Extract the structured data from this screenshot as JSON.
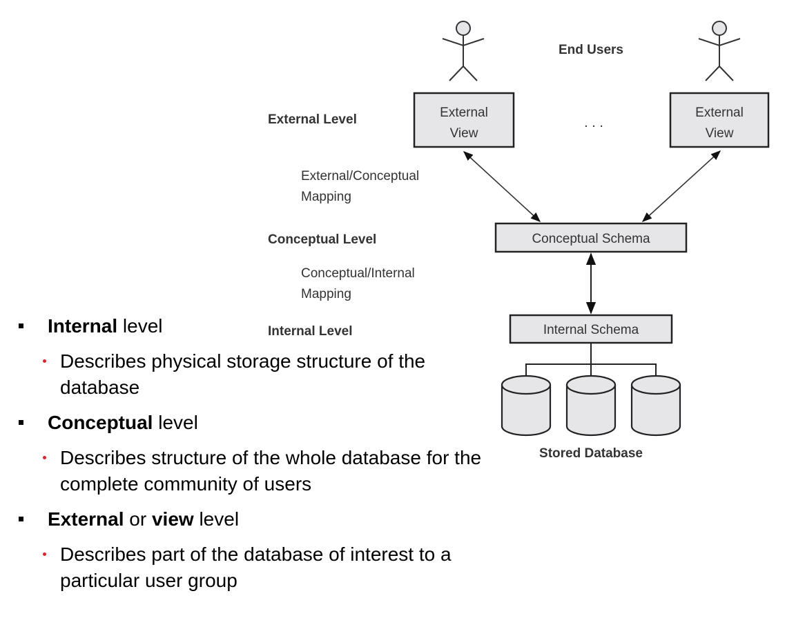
{
  "diagram": {
    "title_end_users": "End Users",
    "level_labels": {
      "external": "External Level",
      "conceptual": "Conceptual Level",
      "internal": "Internal Level"
    },
    "mapping_labels": {
      "ext_conc_line1": "External/Conceptual",
      "ext_conc_line2": "Mapping",
      "conc_int_line1": "Conceptual/Internal",
      "conc_int_line2": "Mapping"
    },
    "external_view_left": {
      "line1": "External",
      "line2": "View"
    },
    "external_view_right": {
      "line1": "External",
      "line2": "View"
    },
    "ellipsis": ". . .",
    "conceptual_schema": "Conceptual Schema",
    "internal_schema": "Internal Schema",
    "stored_database": "Stored Database",
    "colors": {
      "box_fill": "#e6e6e8",
      "stroke": "#222222",
      "text": "#333333"
    }
  },
  "bullets": [
    {
      "bold": "Internal",
      "rest": " level",
      "sub": [
        "Describes physical storage structure of the database"
      ]
    },
    {
      "bold": "Conceptual",
      "rest": " level",
      "sub": [
        "Describes structure of the whole database for the complete community of users"
      ]
    },
    {
      "bold": "External",
      "mid": " or ",
      "bold2": "view",
      "rest": " level",
      "sub": [
        "Describes part of the database of interest to a particular user group"
      ]
    }
  ],
  "colors": {
    "sub_bullet": "#d9262f",
    "main_bullet": "#000000"
  }
}
